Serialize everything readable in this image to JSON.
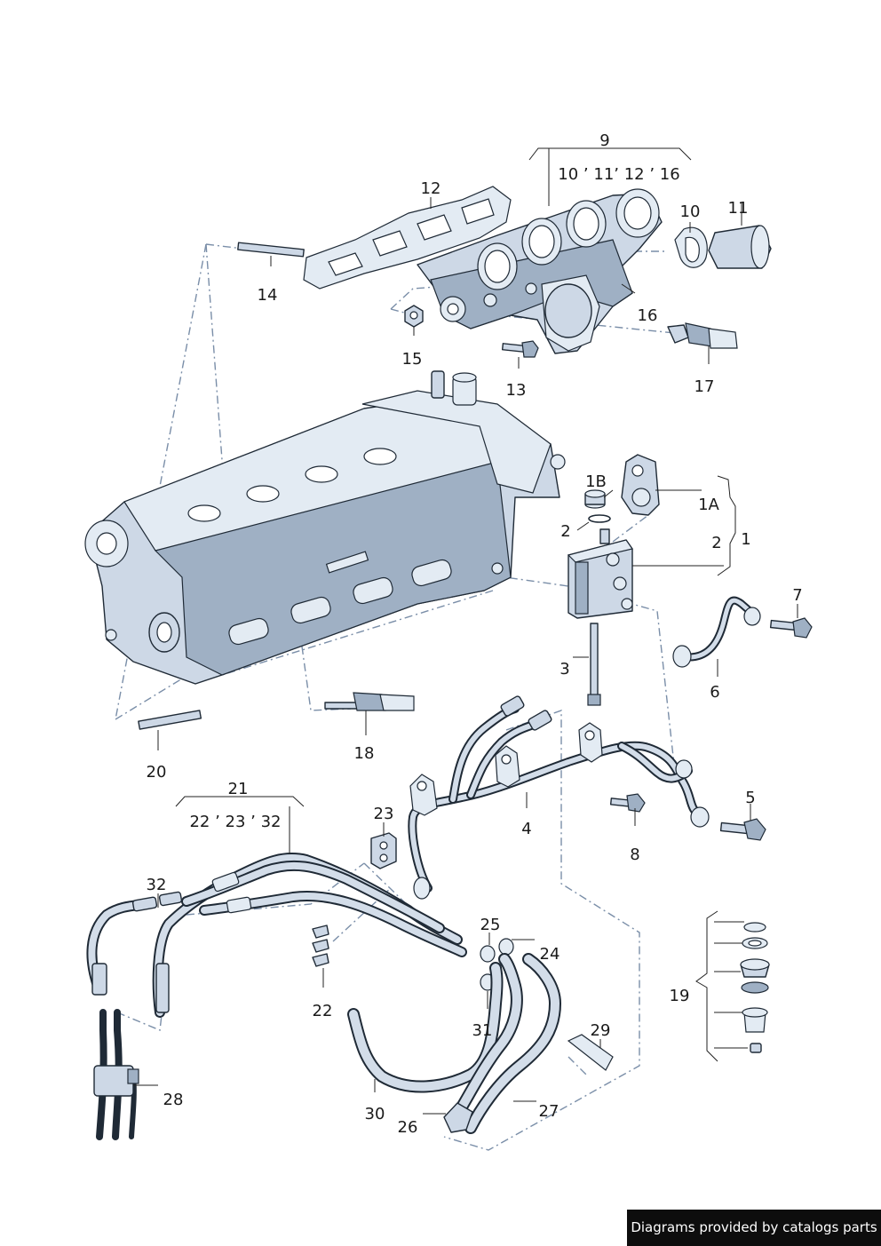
{
  "labels": {
    "l9": "9",
    "l9_sub": "10 ’ 11’ 12 ’ 16",
    "l10": "10",
    "l11": "11",
    "l12": "12",
    "l13": "13",
    "l14": "14",
    "l15": "15",
    "l16": "16",
    "l17": "17",
    "l1B": "1B",
    "l1A": "1A",
    "l1": "1",
    "l2a": "2",
    "l2b": "2",
    "l3": "3",
    "l4": "4",
    "l5": "5",
    "l6": "6",
    "l7": "7",
    "l8": "8",
    "l18": "18",
    "l20": "20",
    "l21": "21",
    "l21_sub": "22 ’ 23 ’ 32",
    "l22": "22",
    "l23": "23",
    "l24": "24",
    "l25": "25",
    "l26": "26",
    "l27": "27",
    "l28": "28",
    "l29": "29",
    "l30": "30",
    "l31": "31",
    "l32": "32",
    "l19": "19"
  },
  "footer": {
    "text": "Diagrams provided by catalogs parts"
  }
}
